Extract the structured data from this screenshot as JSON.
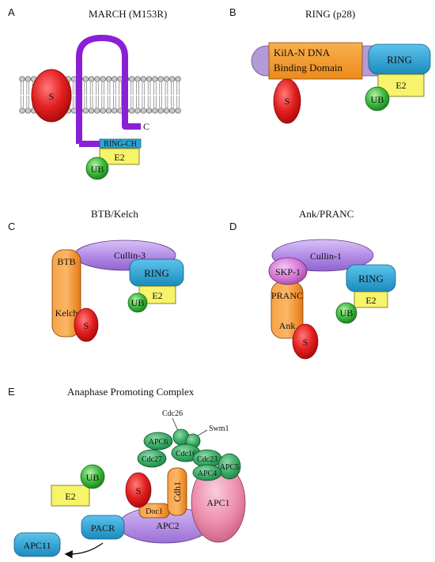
{
  "panels": {
    "a": {
      "letter": "A",
      "title": "MARCH (M153R)",
      "substrate": "S",
      "c_terminus": "C",
      "ring_ch": "RING-CH",
      "e2": "E2",
      "ub": "UB"
    },
    "b": {
      "letter": "B",
      "title": "RING (p28)",
      "kila_line1": "KilA-N DNA",
      "kila_line2": "Binding Domain",
      "ring": "RING",
      "substrate": "S",
      "e2": "E2",
      "ub": "UB"
    },
    "c": {
      "letter": "C",
      "title": "BTB/Kelch",
      "cullin": "Cullin-3",
      "btb": "BTB",
      "kelch": "Kelch",
      "ring": "RING",
      "e2": "E2",
      "ub": "UB",
      "substrate": "S"
    },
    "d": {
      "letter": "D",
      "title": "Ank/PRANC",
      "cullin": "Cullin-1",
      "skp": "SKP-1",
      "pranc": "PRANC",
      "ank": "Ank",
      "ring": "RING",
      "e2": "E2",
      "ub": "UB",
      "substrate": "S"
    },
    "e": {
      "letter": "E",
      "title": "Anaphase Promoting Complex",
      "cdc26": "Cdc26",
      "swm1": "Swm1",
      "apc6": "APC6",
      "cdc16": "Cdc16",
      "cdc27": "Cdc27",
      "cdc23": "Cdc23",
      "apc5": "APC5",
      "apc4": "APC4",
      "ub": "UB",
      "e2": "E2",
      "substrate": "S",
      "cdh1": "Cdh1",
      "doc1": "Doc1",
      "apc1": "APC1",
      "pacr": "PACR",
      "apc2": "APC2",
      "apc11": "APC11"
    }
  },
  "colors": {
    "purple_tm": "#8a1fd6",
    "cullin_purple": "#b48ee8",
    "red": "#e52222",
    "ring_blue": "#2da3d4",
    "e2_yellow": "#f7f36a",
    "ub_green": "#3dbb3d",
    "orange": "#f08a1c",
    "kila_orange": "#f59a2a",
    "apc_green": "#2e9e5a",
    "apc1_pink": "#ec8cab",
    "skp_magenta": "#d678d6"
  }
}
